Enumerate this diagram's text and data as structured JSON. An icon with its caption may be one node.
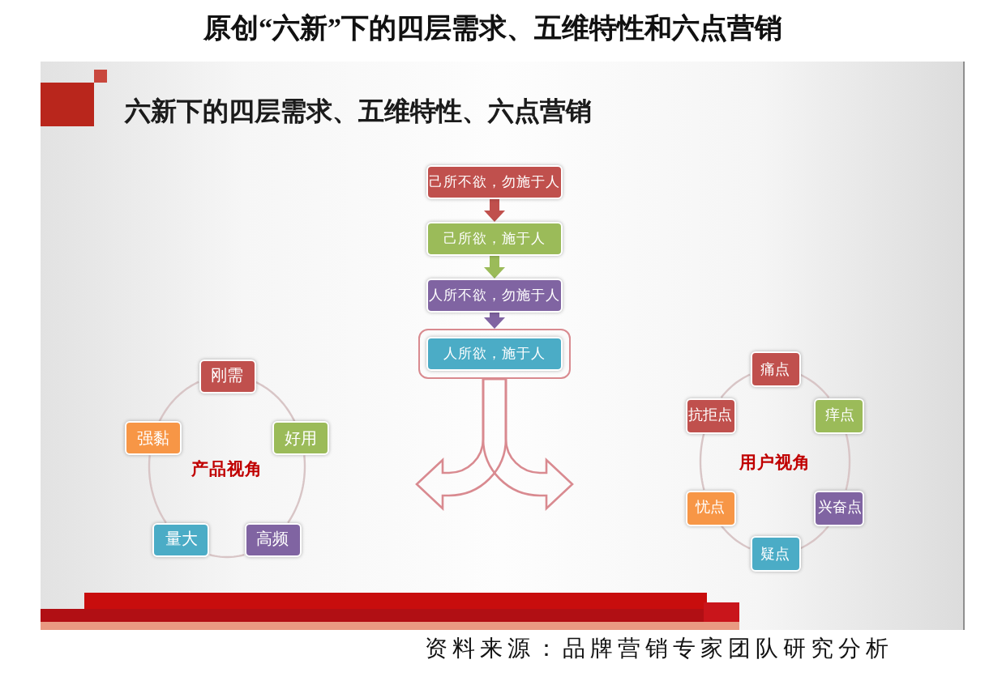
{
  "diagram": {
    "title": "原创“六新”下的四层需求、五维特性和六点营销",
    "caption": "资料来源：品牌营销专家团队研究分析",
    "nodes": [
      {
        "text": [
          "己所不欲，勿施于人"
        ]
      },
      {
        "text": [
          "己所欲，施于人"
        ]
      },
      {
        "text": [
          "人所不欲，勿施于人"
        ]
      },
      {
        "text": [
          "人所欲，施于人"
        ]
      },
      {
        "text": [
          "刚需"
        ]
      },
      {
        "text": [
          "好用"
        ]
      },
      {
        "text": [
          "高频"
        ]
      },
      {
        "text": [
          "量大"
        ]
      },
      {
        "text": [
          "强黏"
        ]
      },
      {
        "text": [
          "痛点"
        ]
      },
      {
        "text": [
          "痒点"
        ]
      },
      {
        "text": [
          "兴奋点"
        ]
      },
      {
        "text": [
          "疑点"
        ]
      },
      {
        "text": [
          "忧点"
        ]
      },
      {
        "text": [
          "抗拒点"
        ]
      }
    ],
    "edges": [
      {
        "from": 0,
        "to": 1,
        "arrow": "to",
        "style": "thick",
        "color": "#c0504d"
      },
      {
        "from": 1,
        "to": 2,
        "arrow": "to",
        "style": "thick",
        "color": "#9bbb59"
      },
      {
        "from": 2,
        "to": 3,
        "arrow": "to",
        "style": "thick",
        "color": "#8064a2"
      },
      {
        "from": 3,
        "to": null,
        "arrow": "to",
        "style": "thick",
        "color": "#d98a90"
      },
      {
        "from": 3,
        "to": null,
        "arrow": "to",
        "style": "thick",
        "color": "#d98a90"
      },
      {
        "from": 4,
        "to": 5,
        "arrow": "none"
      },
      {
        "from": 5,
        "to": 6,
        "arrow": "none"
      },
      {
        "from": 6,
        "to": 7,
        "arrow": "none"
      },
      {
        "from": 7,
        "to": 8,
        "arrow": "none"
      },
      {
        "from": 8,
        "to": 4,
        "arrow": "none"
      },
      {
        "from": 9,
        "to": 10,
        "arrow": "none"
      },
      {
        "from": 10,
        "to": 11,
        "arrow": "none"
      },
      {
        "from": 11,
        "to": 12,
        "arrow": "none"
      },
      {
        "from": 12,
        "to": 13,
        "arrow": "none"
      },
      {
        "from": 13,
        "to": 14,
        "arrow": "none"
      },
      {
        "from": 14,
        "to": 9,
        "arrow": "none"
      }
    ],
    "labels": [
      "六新下的四层需求、五维特性、六点营销",
      "产品视角",
      "用户视角"
    ]
  }
}
